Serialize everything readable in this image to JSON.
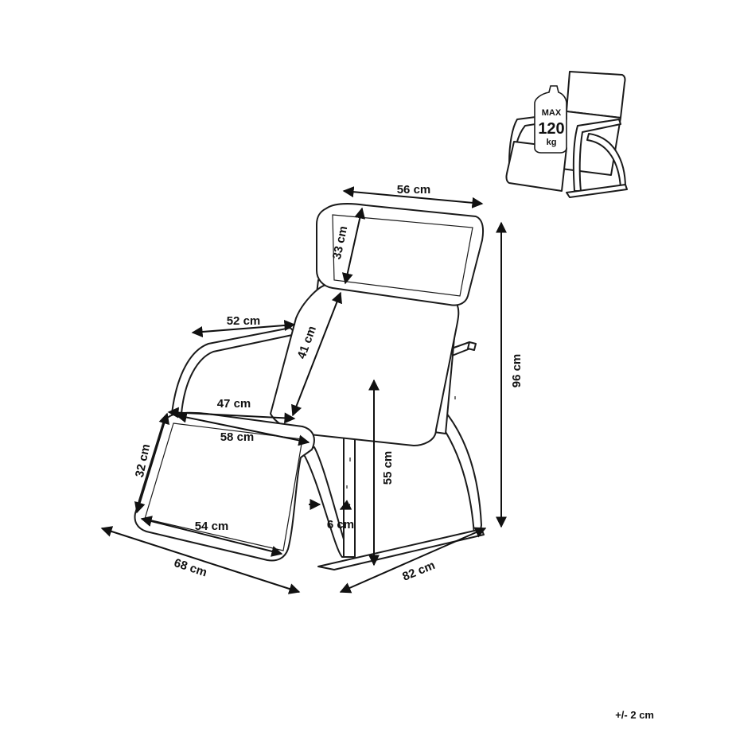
{
  "diagram": {
    "tolerance": "+/- 2 cm",
    "badge": {
      "line1": "MAX",
      "line2": "120",
      "line3": "kg"
    },
    "dimensions": {
      "headrest_width": "56 cm",
      "headrest_height": "33 cm",
      "armrest_width": "52 cm",
      "backrest_height": "41 cm",
      "seat_width": "47 cm",
      "seat_depth": "58 cm",
      "total_height": "96 cm",
      "cushion_front_height": "32 cm",
      "seat_height": "55 cm",
      "footrest_width": "54 cm",
      "base_clearance": "6 cm",
      "total_width": "68 cm",
      "total_depth": "82 cm"
    }
  }
}
